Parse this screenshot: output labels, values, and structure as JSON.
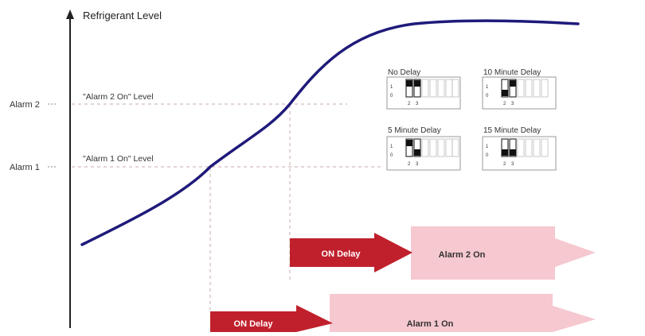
{
  "axis": {
    "y_label": "Refrigerant Level"
  },
  "levels": {
    "alarm2_tick": "Alarm 2",
    "alarm1_tick": "Alarm 1",
    "alarm2_line_label": "\"Alarm 2 On\" Level",
    "alarm1_line_label": "\"Alarm 1 On\" Level"
  },
  "dip_switches": [
    {
      "label": "No Delay"
    },
    {
      "label": "10 Minute Delay"
    },
    {
      "label": "5 Minute Delay"
    },
    {
      "label": "15 Minute Delay"
    }
  ],
  "switch_numbers": [
    "2",
    "3"
  ],
  "switch_side_marks": [
    "1",
    "0"
  ],
  "arrows": {
    "alarm2_delay": "ON Delay",
    "alarm2_state": "Alarm 2 On",
    "alarm1_delay": "ON Delay",
    "alarm1_state": "Alarm 1 On"
  },
  "colors": {
    "curve": "#1f1a7a",
    "delay_arrow": "#c0202c",
    "alarm_arrow": "#f6c8cf",
    "dashed": "#c8a8a8",
    "axis": "#222222"
  }
}
